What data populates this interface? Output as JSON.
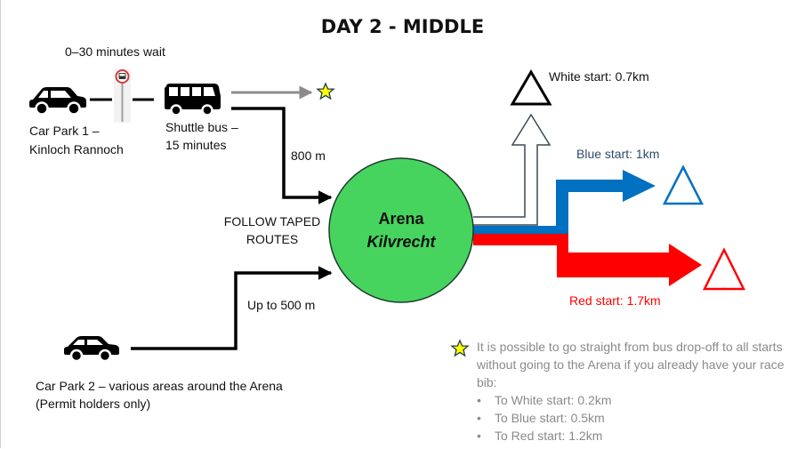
{
  "title": "DAY 2 - MIDDLE",
  "colors": {
    "arena_fill": "#47d45e",
    "white_route": "#ffffff",
    "blue_route": "#0070c0",
    "red_route": "#ff0000",
    "walk_route": "#000000",
    "bus_direct_route": "#8c8c8c",
    "star": "#ffff00",
    "note_text": "#8a8a8a"
  },
  "car_park_1": {
    "label_line1": "Car Park 1 –",
    "label_line2": "Kinloch Rannoch"
  },
  "bus_stop": {
    "wait_label": "0–30 minutes wait"
  },
  "shuttle_bus": {
    "label_line1": "Shuttle bus –",
    "label_line2": "15 minutes"
  },
  "route_bus_to_arena": {
    "distance_label": "800 m"
  },
  "follow_taped": {
    "line1": "FOLLOW TAPED",
    "line2": "ROUTES"
  },
  "car_park_2": {
    "label_line1": "Car Park 2 – various areas around the Arena",
    "label_line2": "(Permit holders only)",
    "distance_label": "Up to 500 m"
  },
  "arena": {
    "name": "Arena",
    "subname": "Kilvrecht"
  },
  "starts": [
    {
      "name": "white",
      "label": "White start: 0.7km",
      "color": "#000000"
    },
    {
      "name": "blue",
      "label": "Blue start: 1km",
      "color": "#0070c0"
    },
    {
      "name": "red",
      "label": "Red start: 1.7km",
      "color": "#ff0000"
    }
  ],
  "note": {
    "text": "It is possible to go straight from bus drop-off to all starts without going to the Arena if you already have your race bib:",
    "items": [
      "To White start: 0.2km",
      "To Blue start: 0.5km",
      "To Red start: 1.2km"
    ]
  }
}
